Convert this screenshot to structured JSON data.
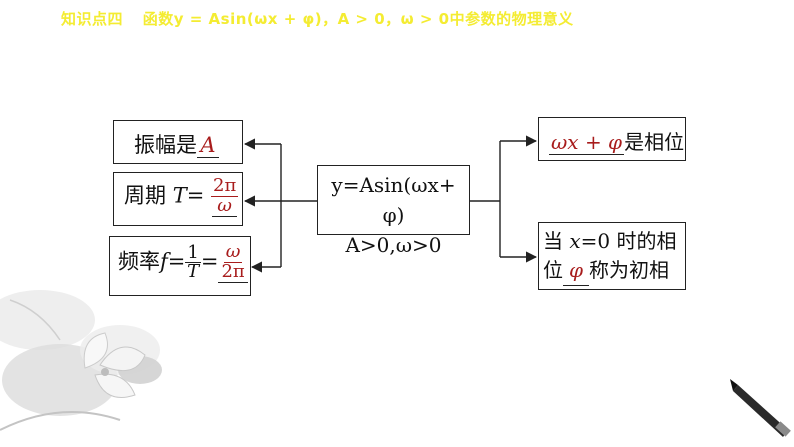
{
  "title": {
    "label": "知识点四",
    "text": "函数y = Asin(ωx + φ)，A > 0，ω > 0中参数的物理意义"
  },
  "center": {
    "line1": "y=Asin(ωx+ φ)",
    "line2": "A>0,ω>0"
  },
  "amplitude": {
    "prefix": "振幅是",
    "answer": "A"
  },
  "period": {
    "prefix": "周期 ",
    "variable": "T",
    "equals": "=",
    "answer_num": "2π",
    "answer_den": "ω"
  },
  "frequency": {
    "prefix": "频率",
    "variable": "f",
    "equals1": "=",
    "frac_num": "1",
    "frac_den": "T",
    "equals2": "=",
    "answer_num": "ω",
    "answer_den": "2π"
  },
  "phase": {
    "answer": "ωx + φ",
    "suffix": "是相位"
  },
  "initial_phase": {
    "line1_a": "当 ",
    "var": "x",
    "line1_b": "=0 时的相",
    "line2_a": "位",
    "answer": "φ",
    "line2_b": "称为初相"
  },
  "colors": {
    "title": "#f4ec32",
    "answer": "#a81c1c",
    "border": "#222222"
  }
}
